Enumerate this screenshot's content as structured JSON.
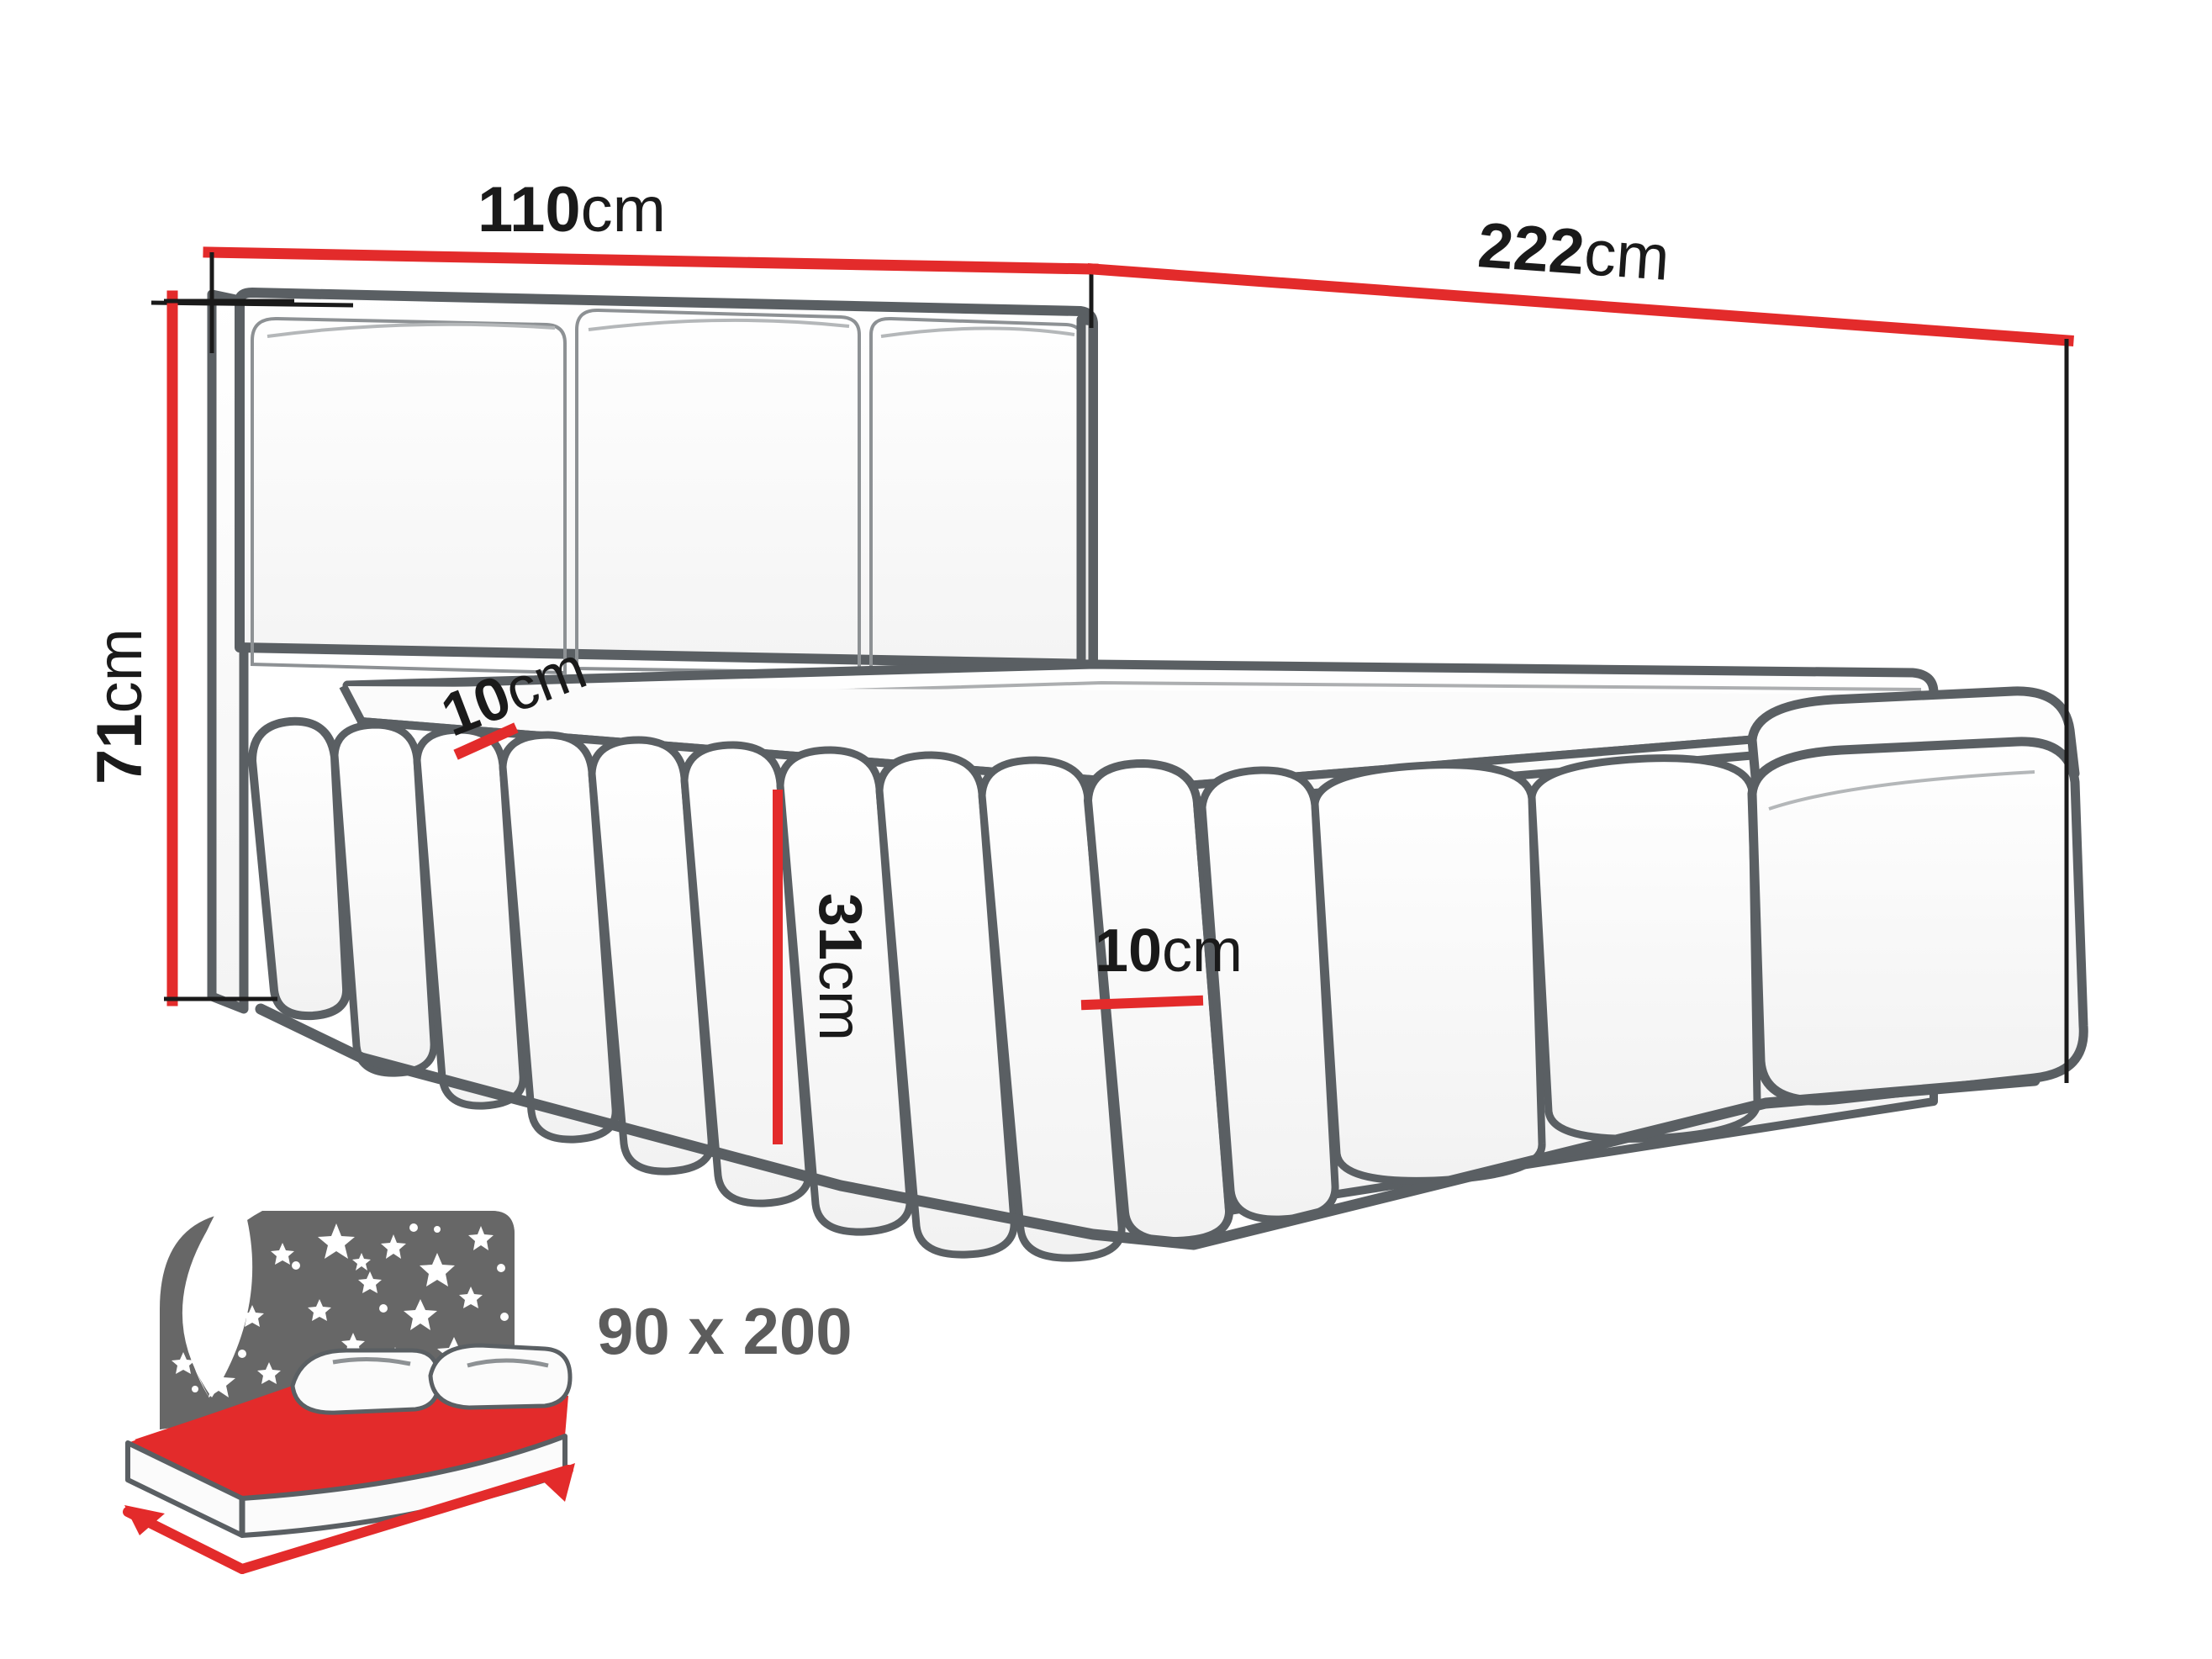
{
  "diagram": {
    "type": "furniture-dimension-drawing",
    "subject": "upholstered bed with panelled headboard",
    "background_color": "#ffffff",
    "line_color": "#5a5f63",
    "dimension_color": "#e32b2b",
    "leader_color": "#1a1a1a",
    "label_color": "#1a1a1a"
  },
  "dimensions": {
    "width": {
      "value": "110",
      "unit": "cm",
      "axis": "width",
      "orientation": "horizontal-top-left"
    },
    "length": {
      "value": "222",
      "unit": "cm",
      "axis": "length",
      "orientation": "horizontal-top-right"
    },
    "height": {
      "value": "71",
      "unit": "cm",
      "axis": "total-height",
      "orientation": "vertical-left"
    },
    "mattress_thickness": {
      "value": "10",
      "unit": "cm",
      "axis": "mattress-thickness-top",
      "orientation": "rotated-top"
    },
    "base_height": {
      "value": "31",
      "unit": "cm",
      "axis": "base-height",
      "orientation": "vertical-center"
    },
    "foot_thickness": {
      "value": "10",
      "unit": "cm",
      "axis": "foot-panel-thickness",
      "orientation": "horizontal-center"
    }
  },
  "mattress_icon": {
    "size_label": "90 x 200",
    "mattress_top_color": "#e32b2b",
    "mattress_side_color": "#fbfbfb",
    "night_panel_color": "#676767",
    "star_color": "#ffffff",
    "arrow_color": "#e32b2b",
    "icon_names": [
      "mattress-icon",
      "starry-night-panel",
      "crescent-moon",
      "pillow",
      "dimension-arrow"
    ]
  }
}
